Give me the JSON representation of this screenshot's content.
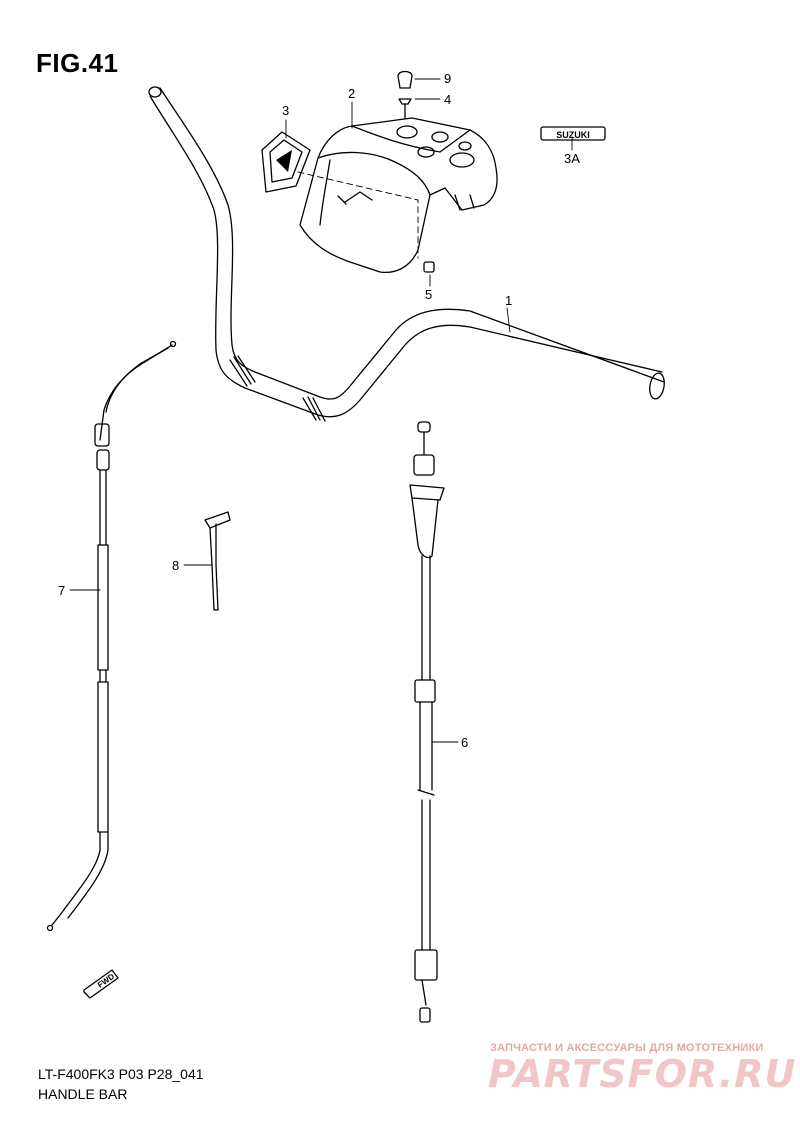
{
  "figure": {
    "title": "FIG.41",
    "code": "LT-F400FK3 P03 P28_041",
    "name": "HANDLE BAR"
  },
  "parts": [
    {
      "ref": "1"
    },
    {
      "ref": "2"
    },
    {
      "ref": "3"
    },
    {
      "ref": "3A"
    },
    {
      "ref": "4"
    },
    {
      "ref": "5"
    },
    {
      "ref": "6"
    },
    {
      "ref": "7"
    },
    {
      "ref": "8"
    },
    {
      "ref": "9"
    }
  ],
  "emblem_text": "SUZUKI",
  "direction_label": "FWD",
  "watermark": {
    "caption": "ЗАПЧАСТИ И АКСЕССУАРЫ ДЛЯ МОТОТЕХНИКИ",
    "logo": "PARTSFOR.RU"
  }
}
